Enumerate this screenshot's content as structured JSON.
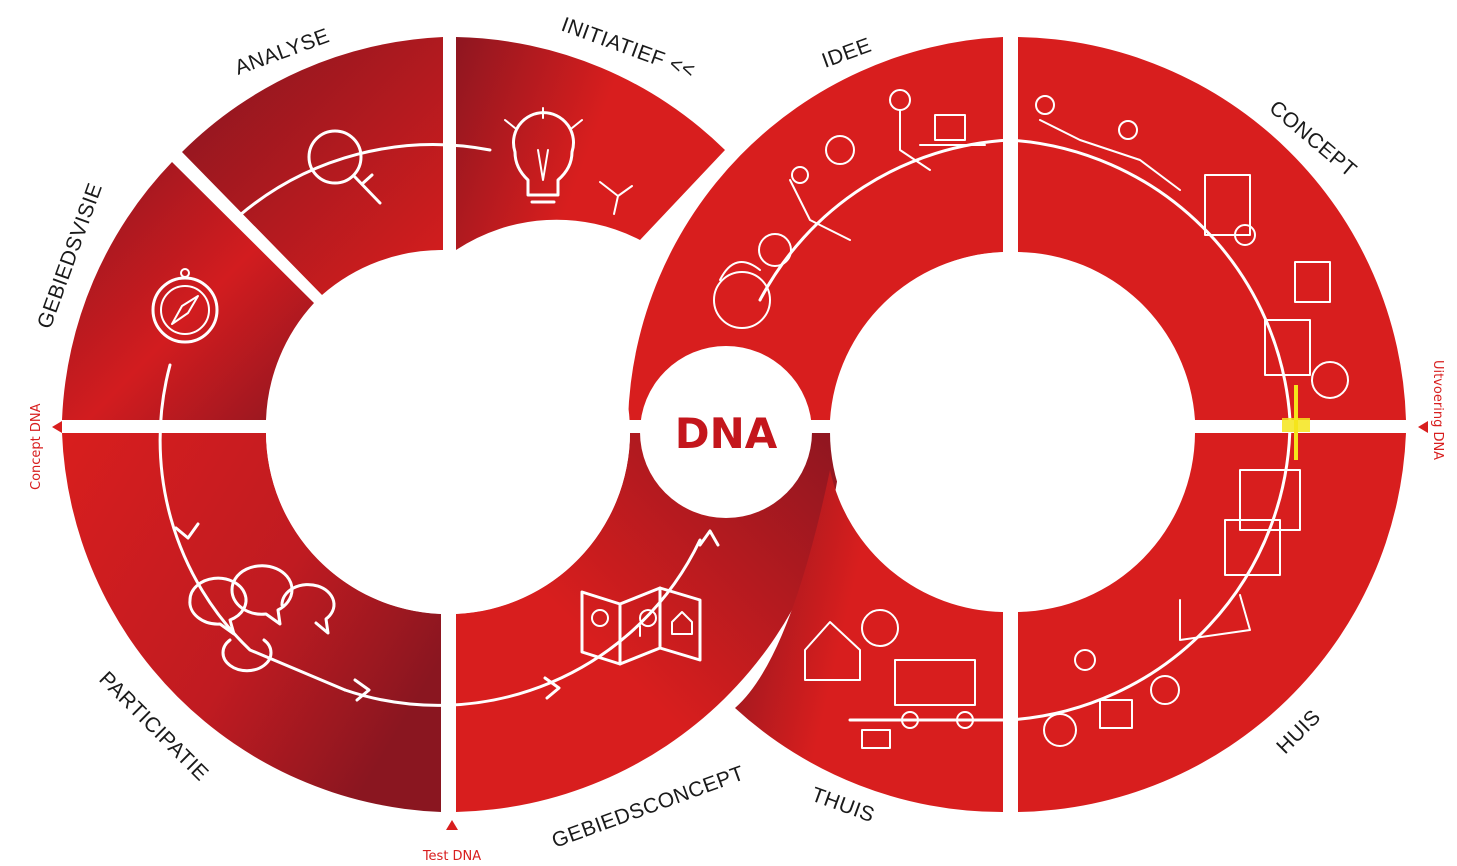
{
  "phases": {
    "analyse": "ANALYSE",
    "initiatief": "INITIATIEF <<",
    "gebiedsvisie": "GEBIEDSVISIE",
    "participatie": "PARTICIPATIE",
    "gebiedsconcept": "GEBIEDSCONCEPT",
    "idee": "IDEE",
    "concept": "CONCEPT",
    "huis": "HUIS",
    "thuis": "THUIS"
  },
  "markers": {
    "concept_dna": "Concept DNA",
    "test_dna": "Test DNA",
    "uitvoering_dna": "Uitvoering DNA"
  },
  "logo": {
    "text": "DNA"
  },
  "icons": {
    "magnifier": "magnifier-icon",
    "lightbulb": "lightbulb-icon",
    "compass": "compass-icon",
    "speech_bubbles": "speech-bubbles-icon",
    "map": "map-icon"
  },
  "colors": {
    "primary_red": "#d81e1e",
    "dark_red": "#8e1620",
    "label_text": "#1a1a1a",
    "marker_text": "#d81e1e",
    "highlight": "#f5e51b"
  }
}
